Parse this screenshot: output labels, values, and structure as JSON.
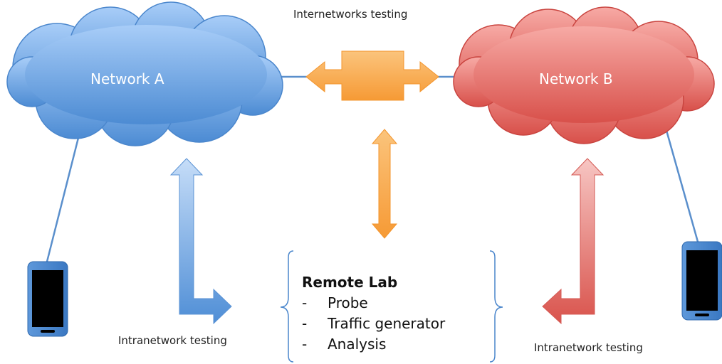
{
  "labels": {
    "internetworks_testing": "Internetworks testing",
    "intranetwork_testing_left": "Intranetwork testing",
    "intranetwork_testing_right": "Intranetwork testing"
  },
  "network_a": {
    "label": "Network A",
    "color_light": "#a9cdf7",
    "color_dark": "#4f8fd6"
  },
  "network_b": {
    "label": "Network B",
    "color_light": "#f6a9a4",
    "color_dark": "#d9534c"
  },
  "interconnect": {
    "color": "#f7a84a"
  },
  "remote_lab": {
    "title": "Remote Lab",
    "items": [
      {
        "bullet": "-",
        "text": "Probe"
      },
      {
        "bullet": "-",
        "text": "Traffic generator"
      },
      {
        "bullet": "-",
        "text": "Analysis"
      }
    ]
  },
  "icons": [
    "phone-icon",
    "cloud-icon",
    "bidirectional-arrow-icon",
    "bent-arrow-icon",
    "brace-icon"
  ]
}
